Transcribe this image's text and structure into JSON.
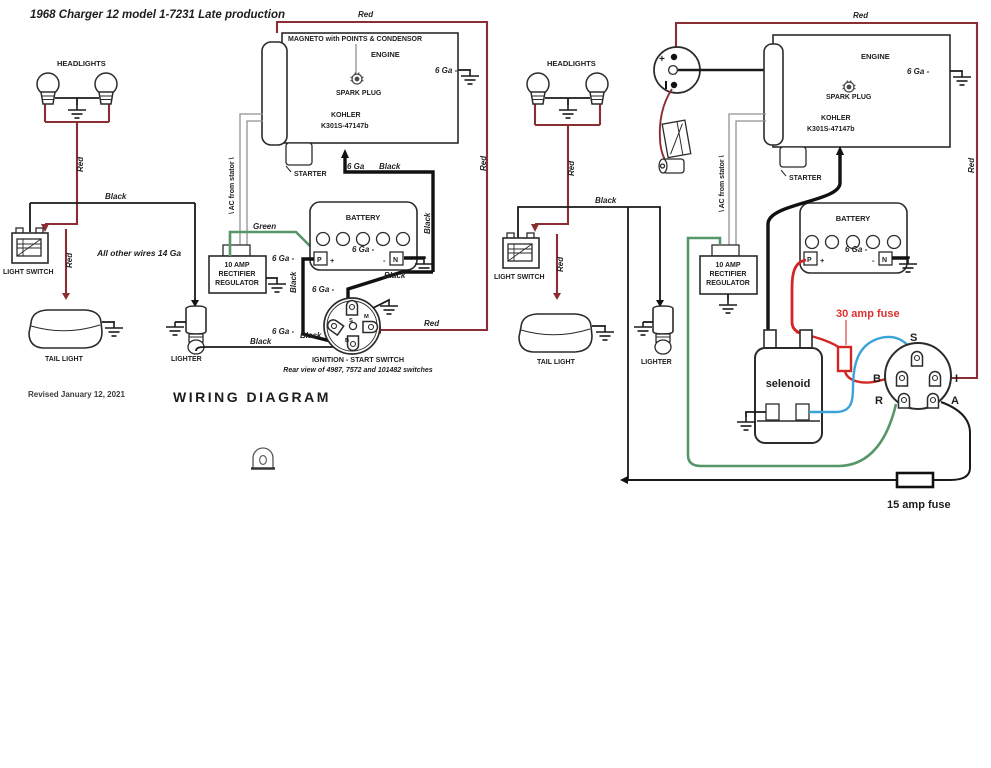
{
  "header": {
    "title": "1968 Charger 12 model 1-7231 Late production",
    "revised": "Revised January 12, 2021",
    "heading": "WIRING  DIAGRAM",
    "wire_note": "All other wires 14 Ga"
  },
  "labels": {
    "red": "Red",
    "black": "Black",
    "green": "Green",
    "ga6_dash": "6 Ga -",
    "ga6": "6 Ga",
    "ac_stator": "\\ AC from stator \\"
  },
  "components": {
    "headlights": "HEADLIGHTS",
    "light_switch": "LIGHT SWITCH",
    "tail_light": "TAIL LIGHT",
    "lighter": "LIGHTER",
    "engine": "ENGINE",
    "magneto": "MAGNETO with POINTS & CONDENSOR",
    "spark_plug": "SPARK PLUG",
    "kohler": "KOHLER",
    "kohler_model": "K301S-47147b",
    "starter": "STARTER",
    "battery": "BATTERY",
    "regulator_l1": "10 AMP",
    "regulator_l2": "RECTIFIER",
    "regulator_l3": "REGULATOR",
    "solenoid": "selenoid"
  },
  "terminals": {
    "p": "P",
    "n": "N",
    "plus": "+",
    "minus": "-",
    "s": "S",
    "m": "M",
    "b": "B",
    "i": "I",
    "r": "R",
    "a": "A"
  },
  "ignition": {
    "title": "IGNITION - START SWITCH",
    "subtitle": "Rear view of 4987, 7572 and 101482 switches"
  },
  "fuses": {
    "fuse30": "30 amp fuse",
    "fuse15": "15 amp fuse"
  },
  "colors": {
    "maroon_wire": "#8a2e33",
    "bright_red_wire": "#d42525",
    "green_wire": "#579668",
    "blue_wire": "#3aa3d8",
    "black_wire": "#111111",
    "stator_gray": "#919191"
  }
}
